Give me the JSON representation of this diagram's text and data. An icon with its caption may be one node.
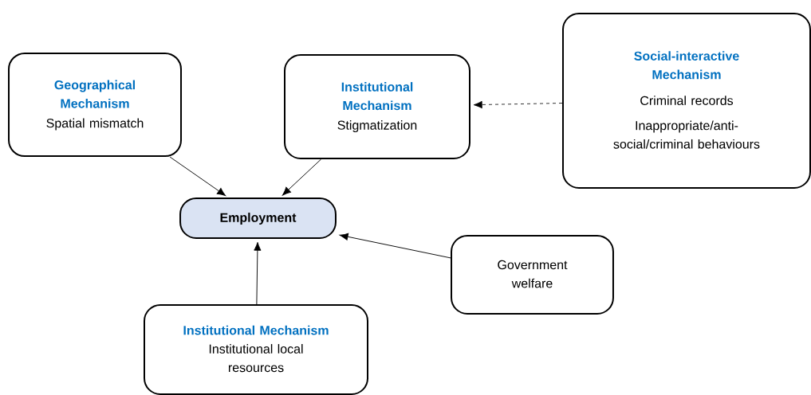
{
  "diagram": {
    "nodes": [
      {
        "text": [
          "Geographical Mechanism",
          "Spatial mismatch"
        ]
      },
      {
        "text": [
          "Institutional Mechanism",
          "Stigmatization"
        ]
      },
      {
        "text": [
          "Social-interactive Mechanism",
          "Criminal records",
          "Inappropriate/anti-social/criminal behaviours"
        ]
      },
      {
        "text": [
          "Employment"
        ]
      },
      {
        "text": [
          "Government welfare"
        ]
      },
      {
        "text": [
          "Institutional Mechanism",
          "Institutional local resources"
        ]
      }
    ],
    "edges": [
      {
        "from": 0,
        "to": 3,
        "arrow": "to"
      },
      {
        "from": 1,
        "to": 3,
        "arrow": "to"
      },
      {
        "from": 2,
        "to": 1,
        "arrow": "to",
        "style": "dashed"
      },
      {
        "from": 4,
        "to": 3,
        "arrow": "to"
      },
      {
        "from": 5,
        "to": 3,
        "arrow": "to"
      }
    ]
  }
}
